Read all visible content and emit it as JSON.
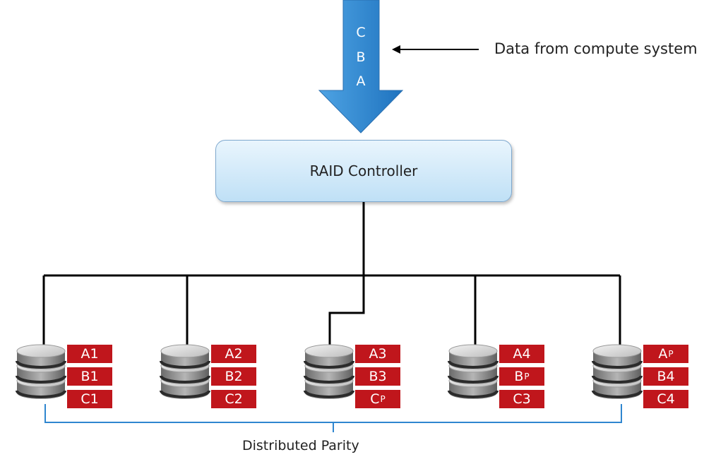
{
  "arrow": {
    "letters": [
      "C",
      "B",
      "A"
    ],
    "color": "#2f86cf"
  },
  "callout": {
    "text": "Data from compute system"
  },
  "controller": {
    "label": "RAID Controller"
  },
  "disks": [
    {
      "blocks": [
        {
          "main": "A1",
          "sub": ""
        },
        {
          "main": "B1",
          "sub": ""
        },
        {
          "main": "C1",
          "sub": ""
        }
      ]
    },
    {
      "blocks": [
        {
          "main": "A2",
          "sub": ""
        },
        {
          "main": "B2",
          "sub": ""
        },
        {
          "main": "C2",
          "sub": ""
        }
      ]
    },
    {
      "blocks": [
        {
          "main": "A3",
          "sub": ""
        },
        {
          "main": "B3",
          "sub": ""
        },
        {
          "main": "C",
          "sub": "P"
        }
      ]
    },
    {
      "blocks": [
        {
          "main": "A4",
          "sub": ""
        },
        {
          "main": "B",
          "sub": "P"
        },
        {
          "main": "C3",
          "sub": ""
        }
      ]
    },
    {
      "blocks": [
        {
          "main": "A",
          "sub": "P"
        },
        {
          "main": "B4",
          "sub": ""
        },
        {
          "main": "C4",
          "sub": ""
        }
      ]
    }
  ],
  "parity": {
    "label": "Distributed Parity"
  },
  "colors": {
    "block": "#c0161c",
    "bracket": "#2f86cf",
    "lines": "#000000"
  }
}
